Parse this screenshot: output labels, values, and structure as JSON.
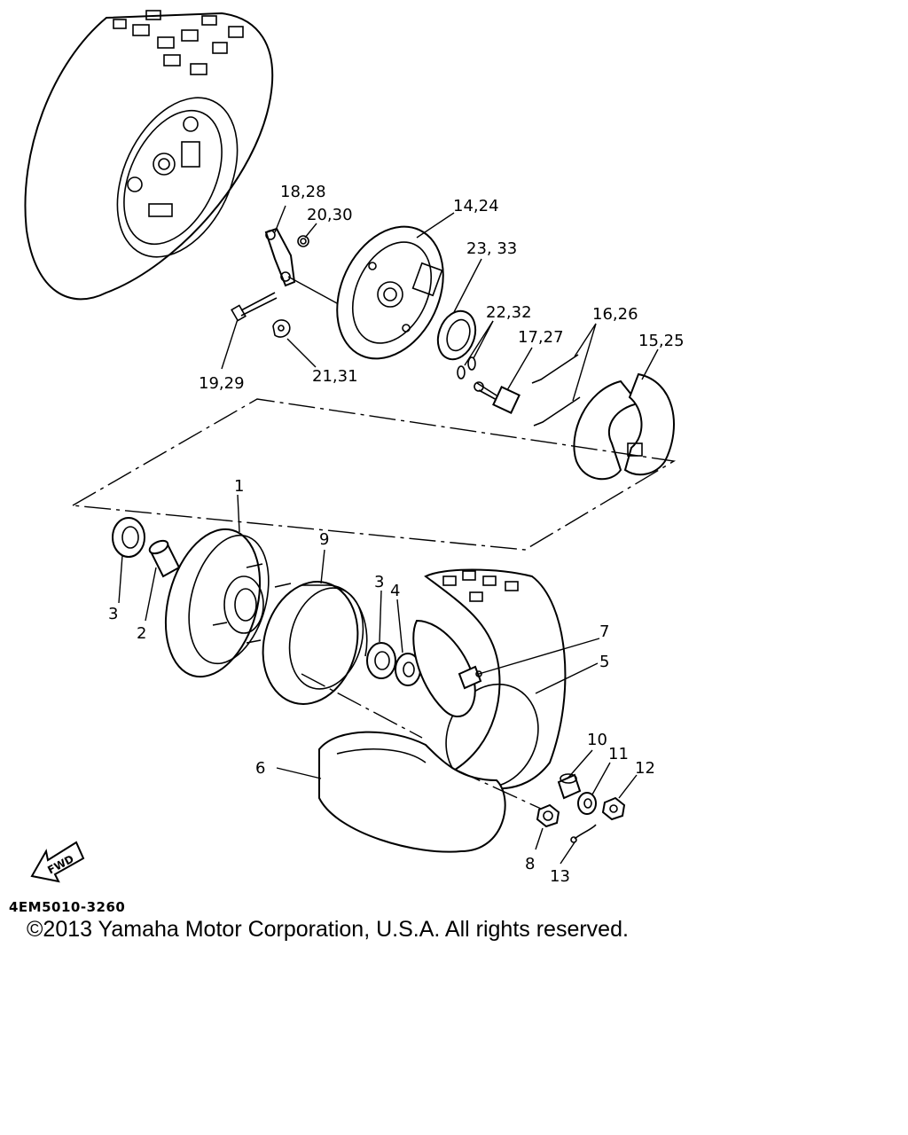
{
  "callouts": {
    "c18_28": "18,28",
    "c20_30": "20,30",
    "c14_24": "14,24",
    "c23_33": "23, 33",
    "c22_32": "22,32",
    "c16_26": "16,26",
    "c17_27": "17,27",
    "c15_25": "15,25",
    "c19_29": "19,29",
    "c21_31": "21,31",
    "c1": "1",
    "c9": "9",
    "c3a": "3",
    "c2": "2",
    "c3b": "3",
    "c4": "4",
    "c7": "7",
    "c5": "5",
    "c6": "6",
    "c10": "10",
    "c11": "11",
    "c12": "12",
    "c8": "8",
    "c13": "13"
  },
  "fwd_label": "FWD",
  "drawing_code": "4EM5010-3260",
  "copyright": "©2013 Yamaha Motor Corporation, U.S.A. All rights reserved."
}
